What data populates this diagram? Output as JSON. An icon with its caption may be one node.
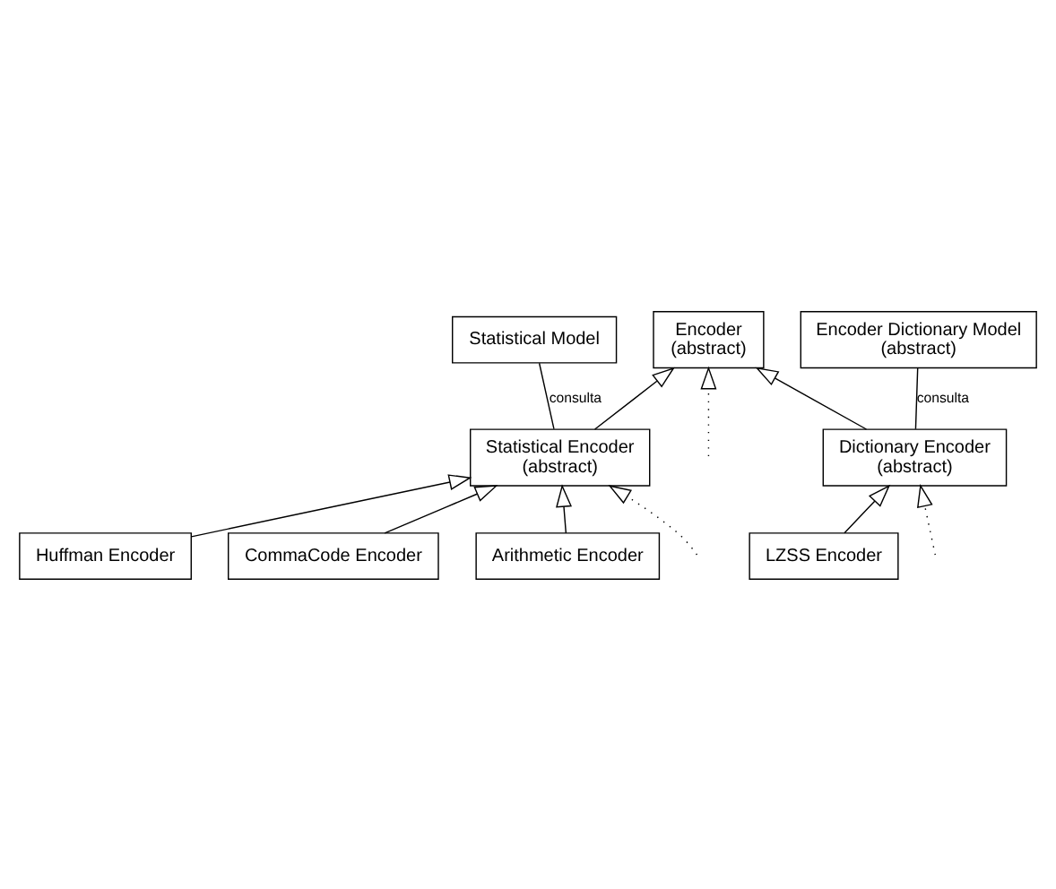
{
  "diagram": {
    "nodes": [
      {
        "text": [
          "Encoder Dictionary Model",
          "(abstract)"
        ]
      },
      {
        "text": [
          "Encoder",
          "(abstract)"
        ]
      },
      {
        "text": [
          "Statistical Model"
        ]
      },
      {
        "text": [
          "Dictionary Encoder",
          "(abstract)"
        ]
      },
      {
        "text": [
          "Statistical Encoder",
          "(abstract)"
        ]
      },
      {
        "text": [
          "LZSS Encoder"
        ]
      },
      {
        "text": [
          "Huffman Encoder"
        ]
      },
      {
        "text": [
          "CommaCode Encoder"
        ]
      },
      {
        "text": [
          "Arithmetic Encoder"
        ]
      }
    ],
    "edges": [
      {
        "from": 3,
        "to": 1,
        "arrow": "to"
      },
      {
        "from": 4,
        "to": 1,
        "arrow": "to"
      },
      {
        "from": null,
        "to": 1,
        "arrow": "to",
        "style": "dashed"
      },
      {
        "from": 3,
        "to": 0,
        "arrow": "none",
        "label": "consulta"
      },
      {
        "from": 4,
        "to": 2,
        "arrow": "none",
        "label": "consulta"
      },
      {
        "from": null,
        "to": 3,
        "arrow": "to",
        "style": "dashed"
      },
      {
        "from": 5,
        "to": 3,
        "arrow": "to"
      },
      {
        "from": 6,
        "to": 4,
        "arrow": "to"
      },
      {
        "from": 7,
        "to": 4,
        "arrow": "to"
      },
      {
        "from": null,
        "to": 4,
        "arrow": "to",
        "style": "dashed"
      },
      {
        "from": 8,
        "to": 4,
        "arrow": "to"
      }
    ]
  }
}
